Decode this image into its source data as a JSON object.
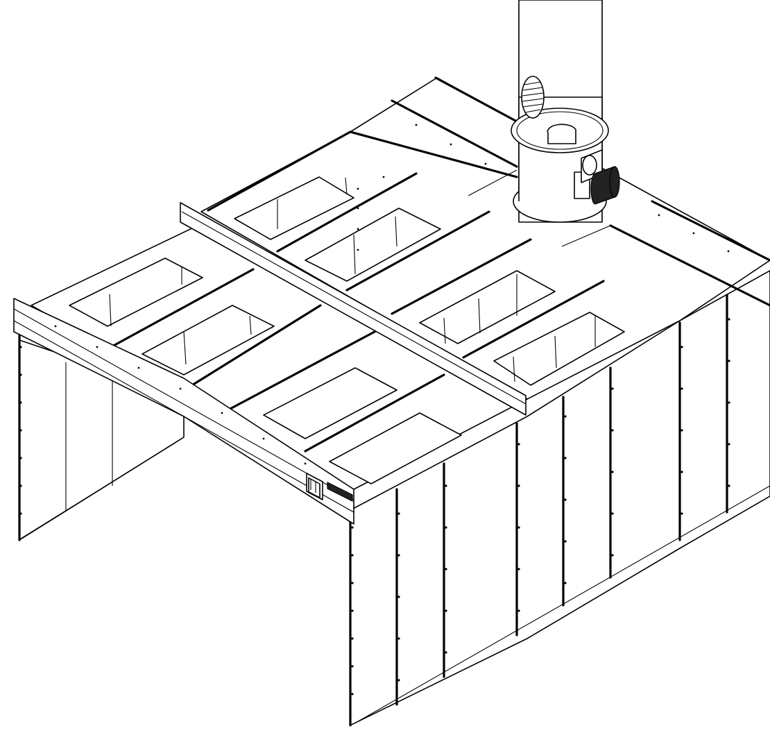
{
  "drawing": {
    "subject": "paint-spray-booth-isometric",
    "colors": {
      "line": "#000000",
      "paper": "#ffffff"
    },
    "features": [
      "exhaust-stack",
      "exhaust-fan-motor",
      "roof-filter-panels",
      "front-header-beam",
      "side-wall-panels",
      "manufacturer-logo-plate"
    ]
  }
}
